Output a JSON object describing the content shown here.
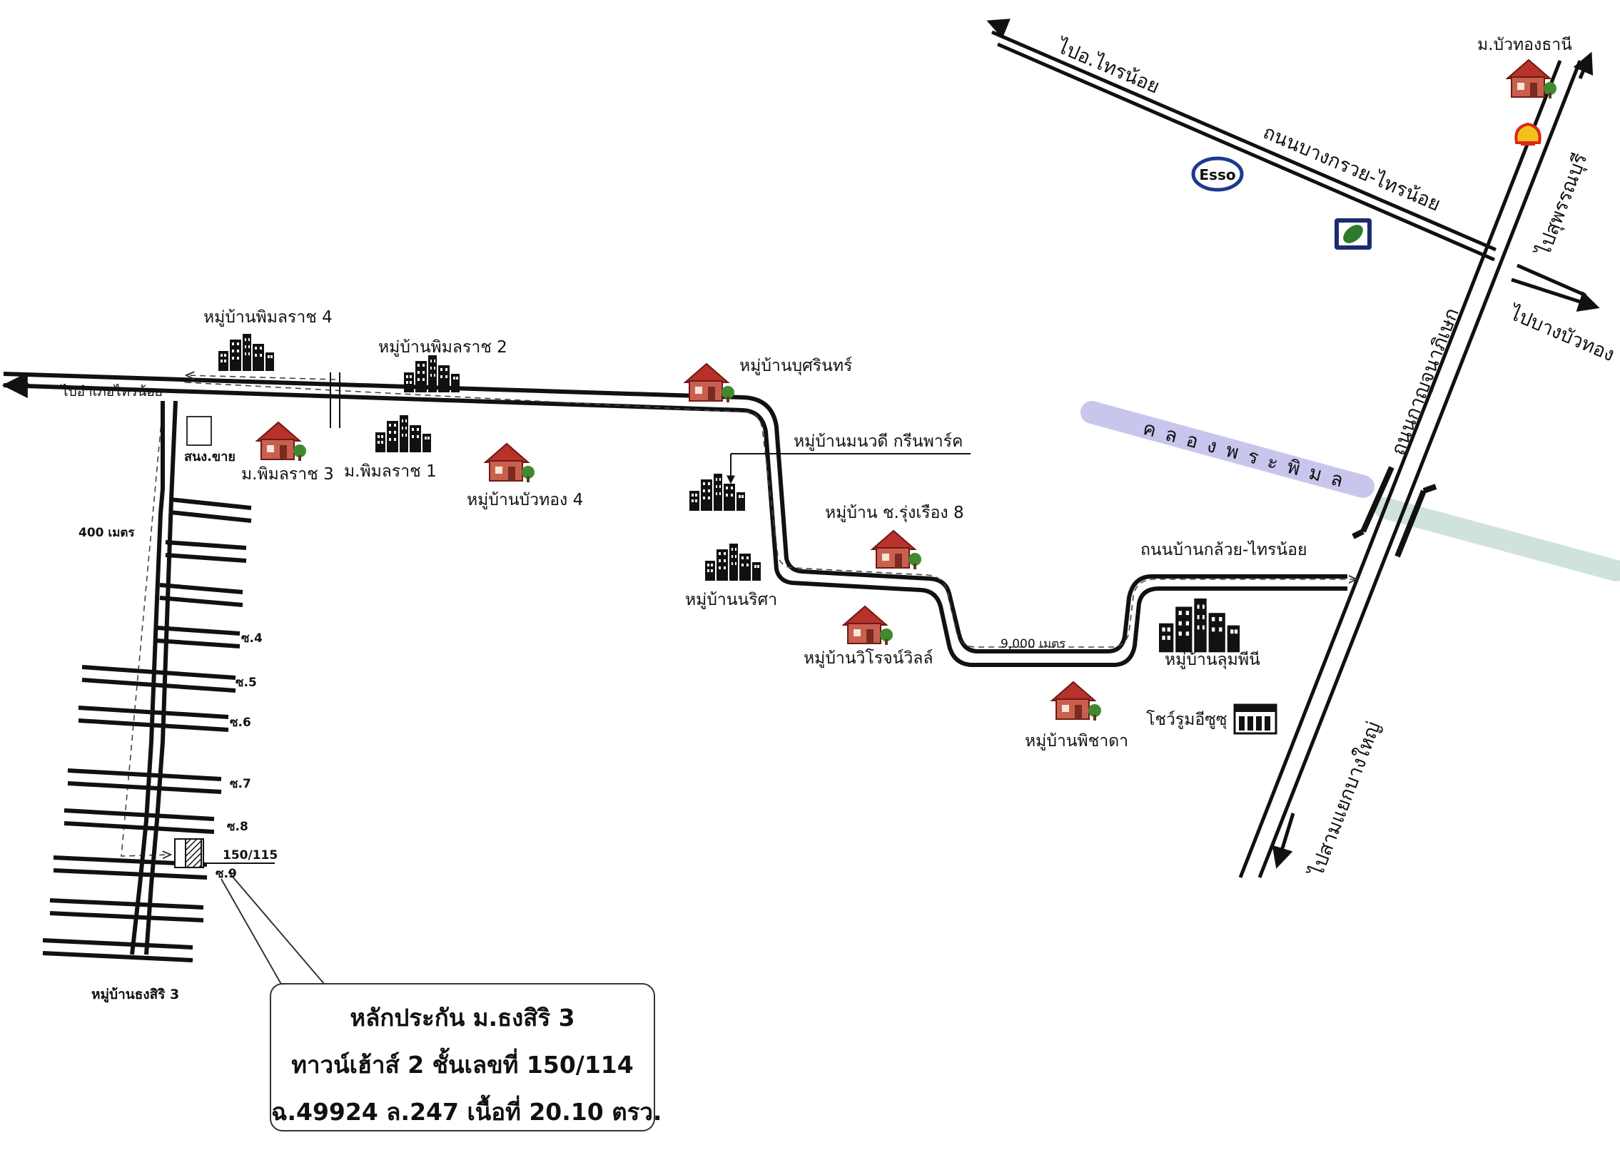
{
  "labels": {
    "to_amphoe_sainoi": "ไปอำเภอไทรน้อย",
    "pimonrat4": "หมู่บ้านพิมลราช 4",
    "pimonrat2": "หมู่บ้านพิมลราช 2",
    "buririn": "หมู่บ้านบุศรินทร์",
    "manawadee": "หมู่บ้านมนวดี กรีนพาร์ค",
    "sanong_khai": "สนง.ขาย",
    "m_pimonrat3": "ม.พิมลราช 3",
    "m_pimonrat1": "ม.พิมลราช 1",
    "buathong4": "หมู่บ้านบัวทอง 4",
    "narisa": "หมู่บ้านนริศา",
    "rungruang8": "หมู่บ้าน ช.รุ่งเรือง 8",
    "viroj_villa": "หมู่บ้านวิโรจน์วิลล์",
    "pichada": "หมู่บ้านพิชาดา",
    "lumpini": "หมู่บ้านลุมพีนี",
    "showroom_isuzu": "โชว์รูมอีซูซุ",
    "distance_400": "400 เมตร",
    "distance_9000": "9,000 เมตร",
    "soi4": "ซ.4",
    "soi5": "ซ.5",
    "soi6": "ซ.6",
    "soi7": "ซ.7",
    "soi8": "ซ.8",
    "soi9": "ซ.9",
    "house_no": "150/115",
    "thongsiri3": "หมู่บ้านธงสิริ 3",
    "to_o_sainoi": "ไปอ.ไทรน้อย",
    "m_buathongthani": "ม.บัวทองธานี",
    "road_bangkruai_sainoi": "ถนนบางกรวย-ไทรน้อย",
    "to_suphanburi": "ไปสุพรรณบุรี",
    "to_bangbuathong": "ไปบางบัวทอง",
    "road_kanchanaphisek": "ถนนกาญจนาภิเษก",
    "khlong_phra_phimon": "คลองพระพิมล",
    "road_bankluai_sainoi": "ถนนบ้านกล้วย-ไทรน้อย",
    "to_bangyai": "ไปสามแยกบางใหญ่",
    "esso": "Esso"
  },
  "info": {
    "line1": "หลักประกัน ม.ธงสิริ 3",
    "line2": "ทาวน์เฮ้าส์ 2 ชั้นเลขที่ 150/114",
    "line3": "ฉ.49924 ล.247 เนื้อที่ 20.10 ตรว."
  },
  "colors": {
    "road": "#111111",
    "canal": "#c9c6ee",
    "canal_east": "#cfe3dc",
    "house_roof": "#b8312a",
    "house_wall": "#c9604f",
    "tree": "#3f8a2e",
    "esso_red": "#d0202e",
    "esso_blue": "#1c3a8e",
    "shell_yellow": "#f3c21a",
    "shell_red": "#d8261c"
  },
  "icons": {
    "village": "house-icon",
    "condo": "buildings-icon",
    "esso": "esso-logo",
    "shell": "shell-logo",
    "gas_station": "leaf-station-logo",
    "showroom": "showroom-icon",
    "plot": "plot-marker"
  }
}
